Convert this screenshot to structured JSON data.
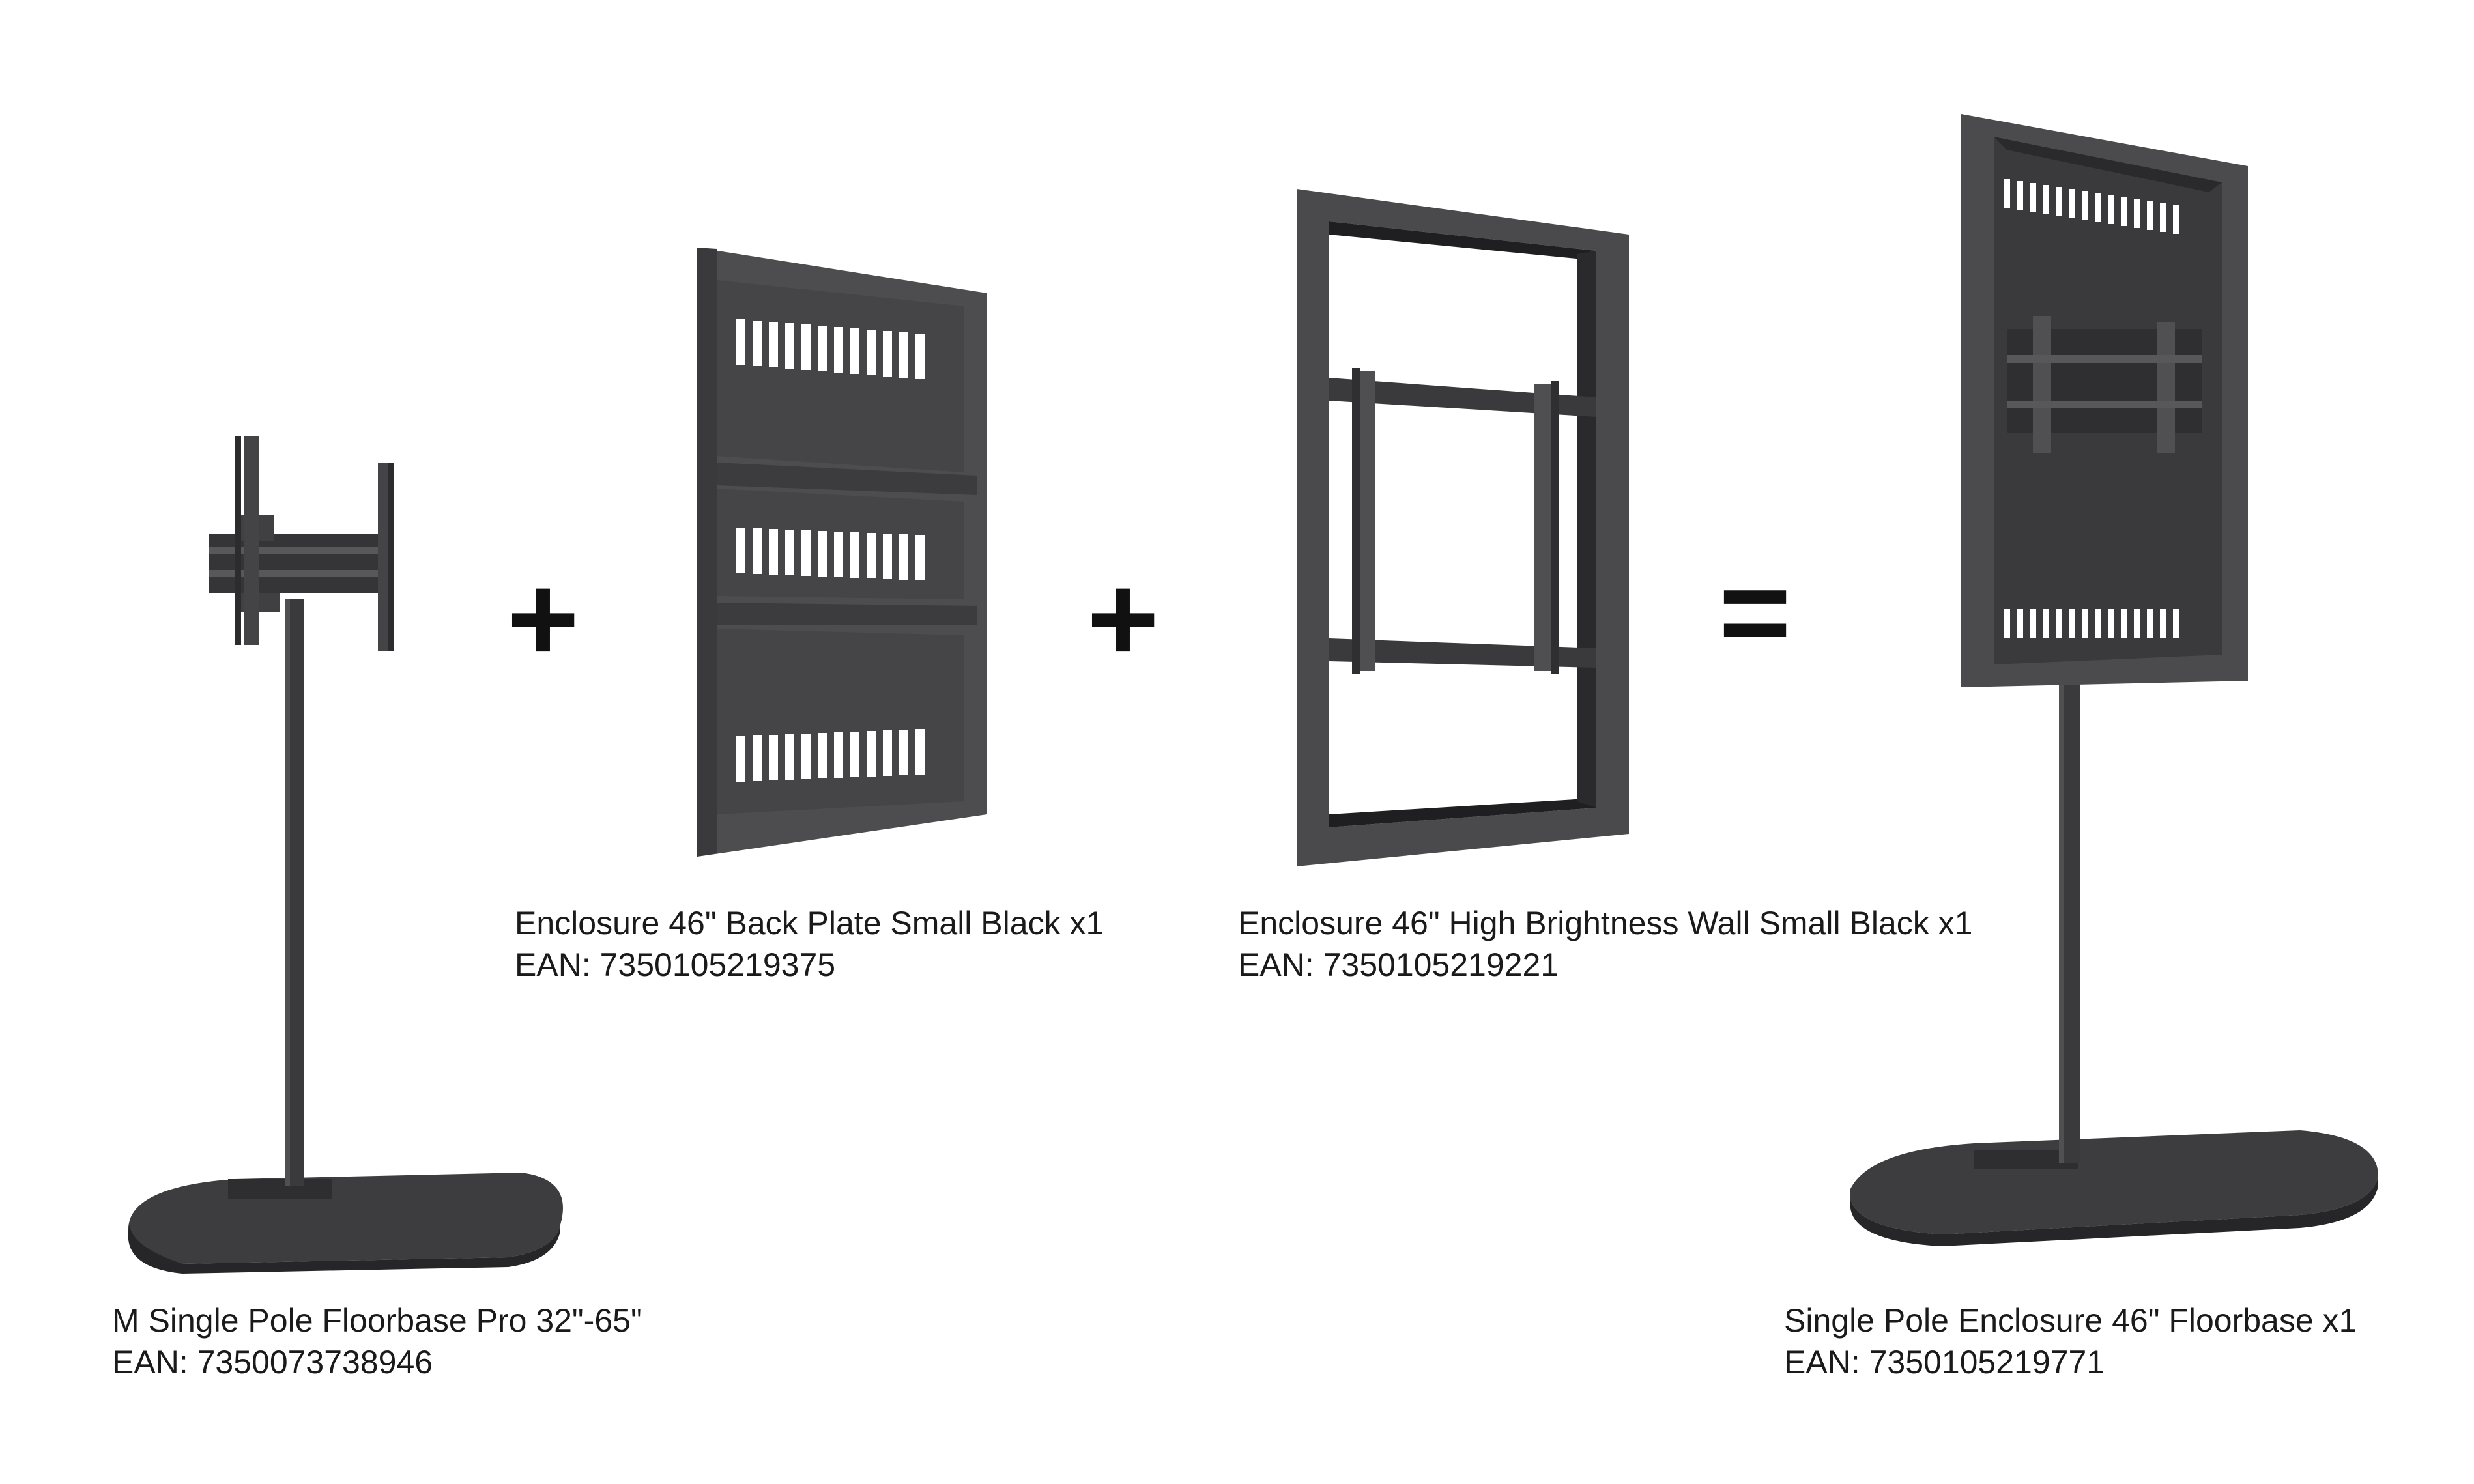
{
  "products": [
    {
      "name": "M Single Pole Floorbase Pro 32\"-65\"",
      "ean": "EAN: 7350073738946"
    },
    {
      "name": "Enclosure 46\" Back Plate Small Black x1",
      "ean": "EAN: 7350105219375"
    },
    {
      "name": "Enclosure 46\" High Brightness Wall Small Black x1",
      "ean": "EAN: 7350105219221"
    },
    {
      "name": "Single Pole Enclosure 46\" Floorbase x1",
      "ean": "EAN: 7350105219771"
    }
  ],
  "operators": {
    "plus_1": "+",
    "plus_2": "+",
    "equals": "="
  },
  "colors": {
    "metal": "#4a4a4c",
    "metal_dark": "#2e2e30",
    "metal_light": "#5e5e60",
    "text": "#1a1a1a",
    "background": "#ffffff"
  }
}
